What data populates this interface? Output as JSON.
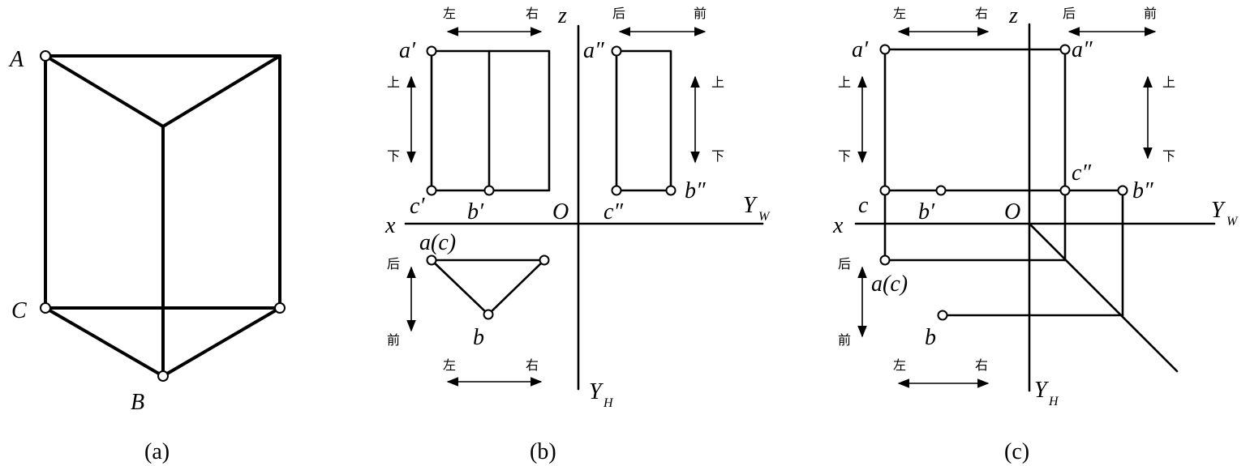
{
  "captions": {
    "a": "(a)",
    "b": "(b)",
    "c": "(c)"
  },
  "fig_a": {
    "A": "A",
    "B": "B",
    "C": "C"
  },
  "fig_b": {
    "z": "z",
    "x": "x",
    "O": "O",
    "Yw": "Y",
    "Yw_sub": "W",
    "Yh": "Y",
    "Yh_sub": "H",
    "a_prime": "a′",
    "a_dprime": "a″",
    "b_prime": "b′",
    "b_dprime": "b″",
    "c_prime": "c′",
    "c_dprime": "c″",
    "a_c": "a(c)",
    "b": "b",
    "dir": {
      "left": "左",
      "right": "右",
      "back": "后",
      "front": "前",
      "up": "上",
      "down": "下"
    }
  },
  "fig_c": {
    "z": "z",
    "x": "x",
    "O": "O",
    "Yw": "Y",
    "Yw_sub": "W",
    "Yh": "Y",
    "Yh_sub": "H",
    "a_prime": "a′",
    "a_dprime": "a″",
    "b_prime": "b′",
    "b_dprime": "b″",
    "c": "c",
    "c_dprime": "c″",
    "a_c": "a(c)",
    "b": "b",
    "dir": {
      "left": "左",
      "right": "右",
      "back": "后",
      "front": "前",
      "up": "上",
      "down": "下"
    }
  }
}
